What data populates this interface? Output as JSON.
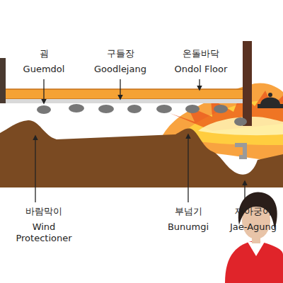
{
  "diagram": {
    "labels": [
      "굄",
      "Guemdol",
      "구들장",
      "Goodlejang",
      "온돌바닥",
      "Ondol Floor",
      "바람막이",
      "Wind Protectioner",
      "부넘기",
      "Bunumgi",
      "재아궁이",
      "Jae-Agung"
    ]
  }
}
